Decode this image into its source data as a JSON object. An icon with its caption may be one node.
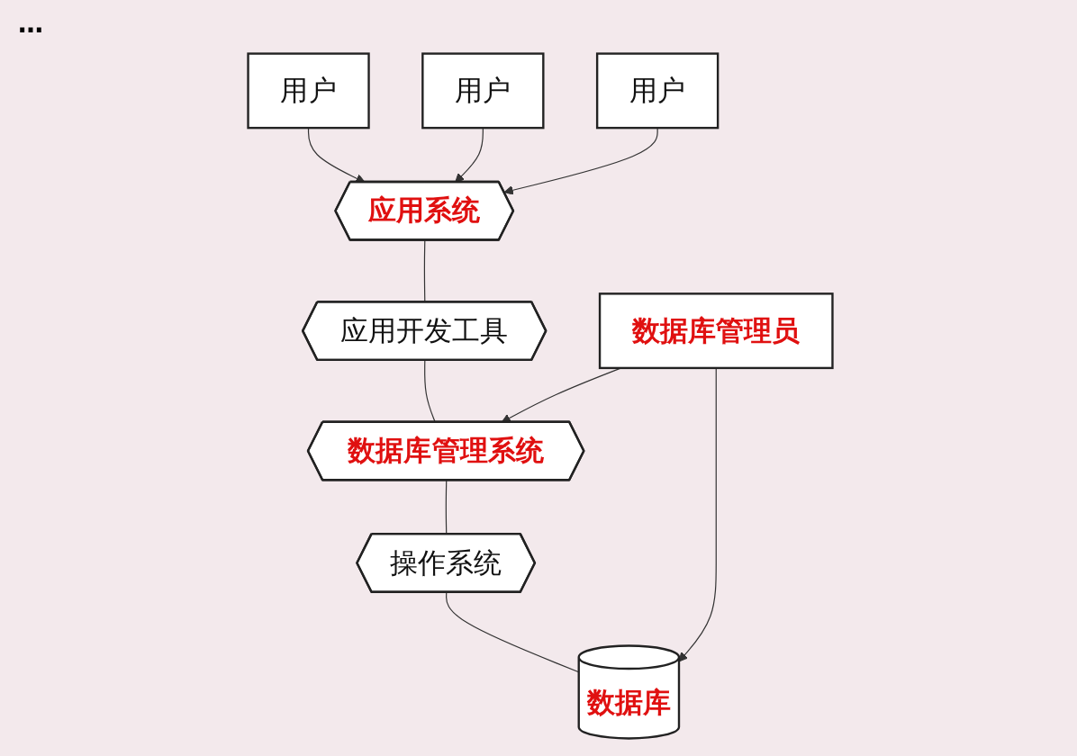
{
  "diagram": {
    "nodes": [
      {
        "text": [
          "用户"
        ]
      },
      {
        "text": [
          "用户"
        ]
      },
      {
        "text": [
          "用户"
        ]
      },
      {
        "text": [
          "应用系统"
        ]
      },
      {
        "text": [
          "应用开发工具"
        ]
      },
      {
        "text": [
          "数据库管理系统"
        ]
      },
      {
        "text": [
          "操作系统"
        ]
      },
      {
        "text": [
          "数据库"
        ]
      },
      {
        "text": [
          "数据库管理员"
        ]
      }
    ],
    "edges": [
      {
        "from": 0,
        "to": 3,
        "arrow": "to"
      },
      {
        "from": 1,
        "to": 3,
        "arrow": "to"
      },
      {
        "from": 2,
        "to": 3,
        "arrow": "to"
      },
      {
        "from": 3,
        "to": 4,
        "arrow": "none"
      },
      {
        "from": 4,
        "to": 5,
        "arrow": "none"
      },
      {
        "from": 5,
        "to": 6,
        "arrow": "none"
      },
      {
        "from": 6,
        "to": 7,
        "arrow": "none"
      },
      {
        "from": 8,
        "to": 5,
        "arrow": "to"
      },
      {
        "from": 8,
        "to": 7,
        "arrow": "to"
      }
    ],
    "labels": [
      "…"
    ]
  }
}
